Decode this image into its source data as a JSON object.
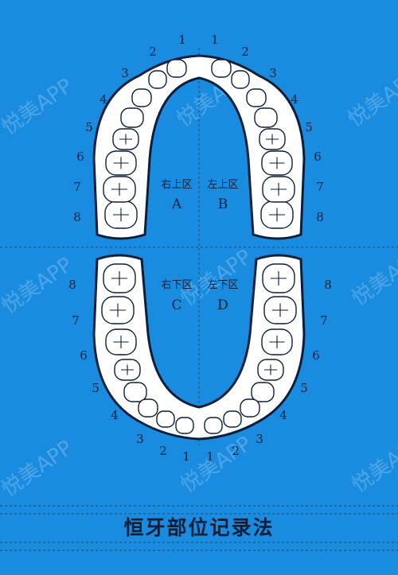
{
  "quadrants": {
    "A": {
      "label": "右上区",
      "letter": "A"
    },
    "B": {
      "label": "左上区",
      "letter": "B"
    },
    "C": {
      "label": "右下区",
      "letter": "C"
    },
    "D": {
      "label": "左下区",
      "letter": "D"
    }
  },
  "tooth_numbers": [
    "1",
    "2",
    "3",
    "4",
    "5",
    "6",
    "7",
    "8"
  ],
  "watermark": "悦美APP",
  "title": "恒牙部位记录法",
  "colors": {
    "background": "#1a8ce0",
    "ink": "#0b1f3a",
    "tooth": "#ffffff"
  }
}
